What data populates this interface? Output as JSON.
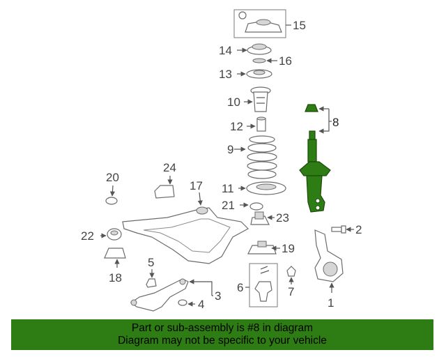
{
  "callouts": {
    "c1": "1",
    "c2": "2",
    "c3": "3",
    "c4": "4",
    "c5": "5",
    "c6": "6",
    "c7": "7",
    "c8": "8",
    "c9": "9",
    "c10": "10",
    "c11": "11",
    "c12": "12",
    "c13": "13",
    "c14": "14",
    "c15": "15",
    "c16": "16",
    "c17": "17",
    "c18": "18",
    "c19": "19",
    "c20": "20",
    "c21": "21",
    "c22": "22",
    "c23": "23",
    "c24": "24"
  },
  "highlight_part": "8",
  "colors": {
    "highlight": "#2e7d14",
    "banner": "#2e7d14"
  },
  "banner": {
    "line1": "Part or sub-assembly is #8 in diagram",
    "line2": "Diagram may not be specific to your vehicle"
  }
}
